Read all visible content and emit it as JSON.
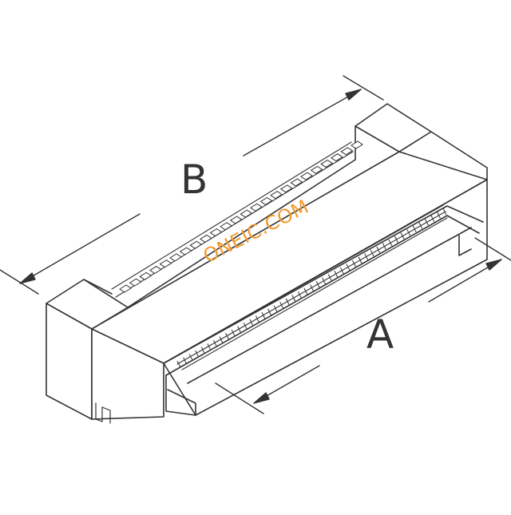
{
  "diagram": {
    "labels": {
      "dim_b": "B",
      "dim_a": "A"
    },
    "watermark": "ONEIC.COM",
    "colors": {
      "line": "#333333",
      "watermark": "#f29a2e",
      "background": "#ffffff"
    },
    "part": "edge-connector-isometric",
    "icons": [
      "dimension-arrow-b",
      "dimension-arrow-a"
    ]
  }
}
